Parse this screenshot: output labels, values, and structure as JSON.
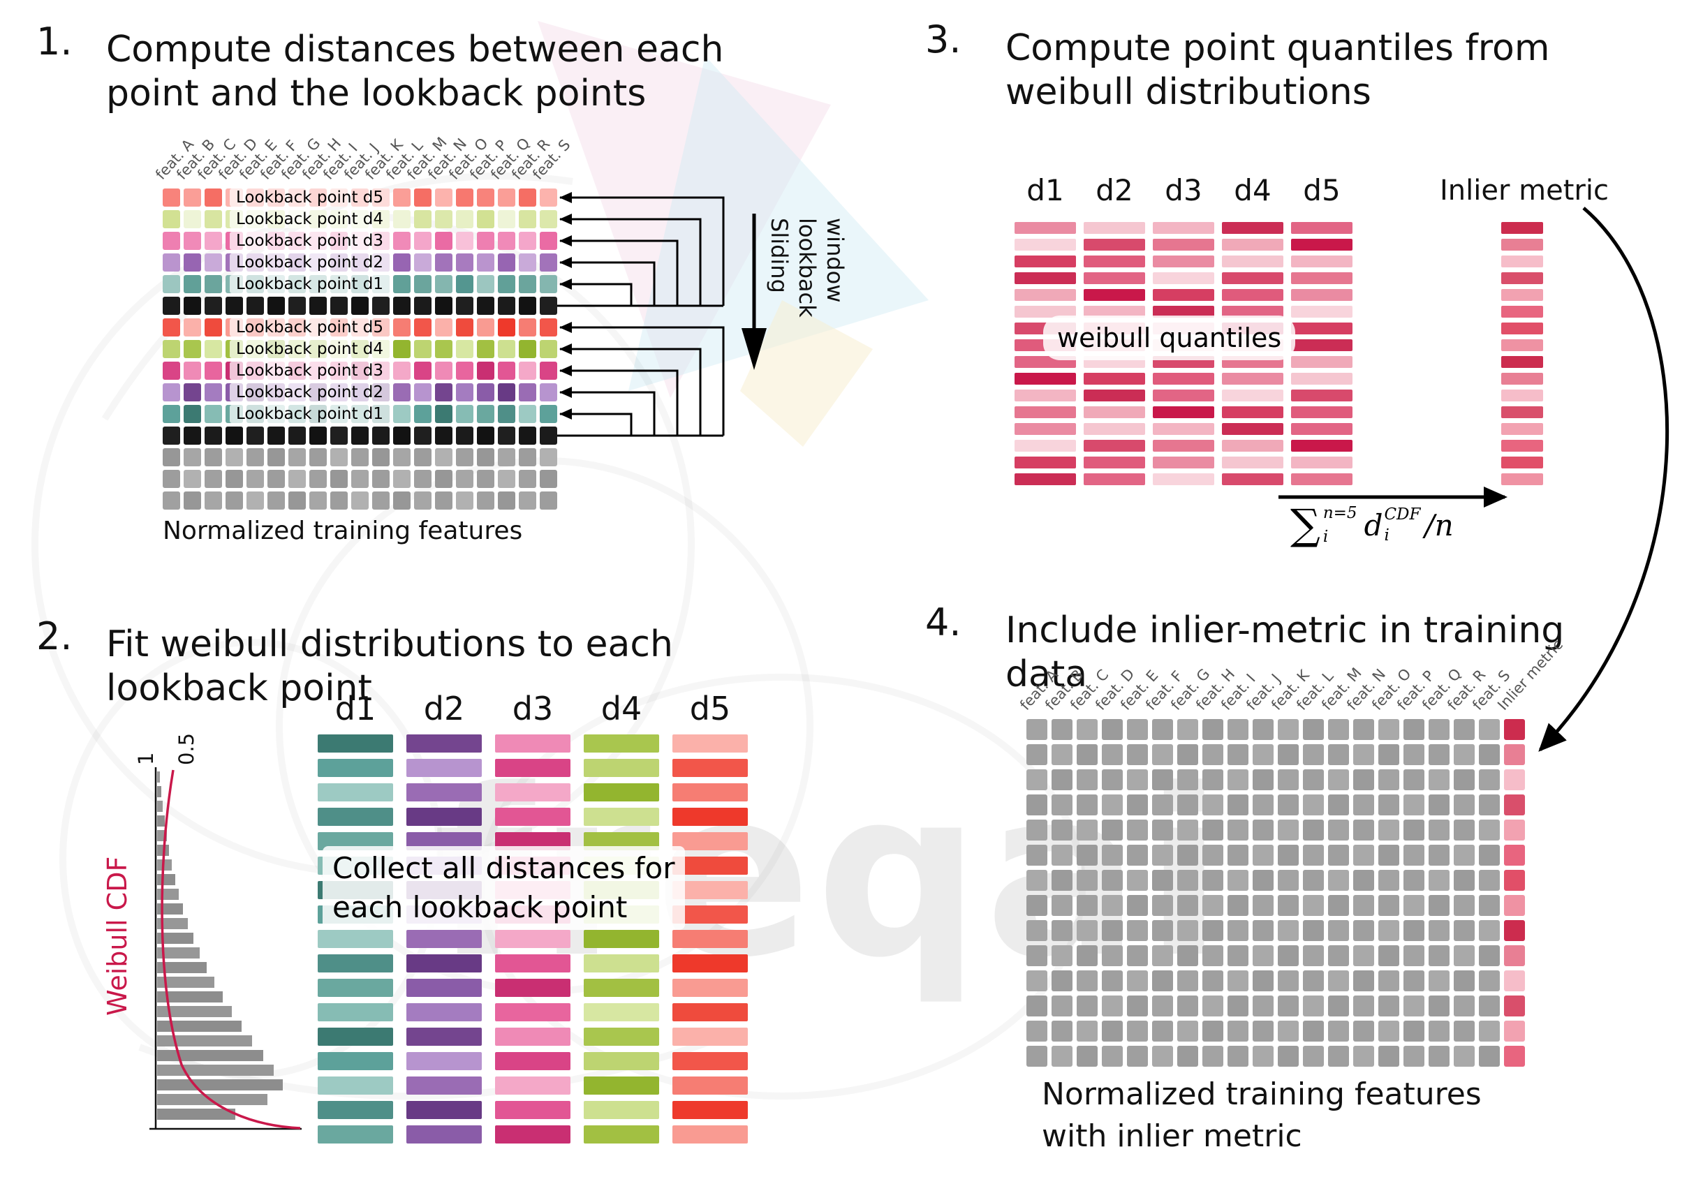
{
  "watermark": {
    "text": "freqai"
  },
  "panel1": {
    "number": "1.",
    "title_lines": [
      "Compute distances between each",
      "point and the lookback points"
    ],
    "features": [
      "feat. A",
      "feat. B",
      "feat. C",
      "feat. D",
      "feat. E",
      "feat. F",
      "feat. G",
      "feat. H",
      "feat. I",
      "feat. J",
      "feat. K",
      "feat. L",
      "feat. M",
      "feat. N",
      "feat. O",
      "feat. P",
      "feat. Q",
      "feat. R",
      "feat. S"
    ],
    "rows": [
      {
        "label": "Lookback point d5",
        "palette": "red1"
      },
      {
        "label": "Lookback point d4",
        "palette": "green1"
      },
      {
        "label": "Lookback point d3",
        "palette": "pink1"
      },
      {
        "label": "Lookback point d2",
        "palette": "purple1"
      },
      {
        "label": "Lookback point d1",
        "palette": "teal1"
      },
      {
        "palette": "black"
      },
      {
        "label": "Lookback point d5",
        "palette": "red2"
      },
      {
        "label": "Lookback point d4",
        "palette": "green2"
      },
      {
        "label": "Lookback point d3",
        "palette": "pink2"
      },
      {
        "label": "Lookback point d2",
        "palette": "purple2"
      },
      {
        "label": "Lookback point d1",
        "palette": "teal2"
      },
      {
        "palette": "black"
      },
      {
        "palette": "gray"
      },
      {
        "palette": "gray"
      },
      {
        "palette": "gray"
      }
    ],
    "caption": "Normalized training features",
    "sliding_lines": [
      "Sliding",
      "lookback",
      "window"
    ]
  },
  "panel2": {
    "number": "2.",
    "title_lines": [
      "Fit weibull distributions to each",
      "lookback point"
    ],
    "weibull": {
      "label": "Weibull CDF",
      "ticks": [
        "1",
        "0.5"
      ],
      "hist": [
        4,
        6,
        8,
        11,
        14,
        17,
        21,
        26,
        31,
        37,
        44,
        52,
        61,
        71,
        82,
        94,
        107,
        121,
        136,
        152,
        167,
        180,
        158,
        112
      ]
    },
    "columns": [
      {
        "header": "d1",
        "palette": "teal2"
      },
      {
        "header": "d2",
        "palette": "purple2"
      },
      {
        "header": "d3",
        "palette": "pink2"
      },
      {
        "header": "d4",
        "palette": "green2"
      },
      {
        "header": "d5",
        "palette": "red2"
      }
    ],
    "bars_per_column": 17,
    "note_lines": [
      "Collect all distances for",
      "each lookback point"
    ]
  },
  "panel3": {
    "number": "3.",
    "title_lines": [
      "Compute point quantiles from",
      "weibull distributions"
    ],
    "columns": [
      {
        "header": "d1"
      },
      {
        "header": "d2"
      },
      {
        "header": "d3"
      },
      {
        "header": "d4"
      },
      {
        "header": "d5"
      }
    ],
    "bars_per_column": 16,
    "note": "weibull quantiles",
    "inlier_label": "Inlier metric",
    "formula": {
      "sigma": "∑",
      "upper": "n=5",
      "lower": "i",
      "variable": "d",
      "var_sup": "CDF",
      "var_sub": "i",
      "tail": "/n"
    }
  },
  "panel4": {
    "number": "4.",
    "title_lines": [
      "Include inlier-metric in training",
      "data"
    ],
    "features": [
      "feat. A",
      "feat. B",
      "feat. C",
      "feat. D",
      "feat. E",
      "feat. F",
      "feat. G",
      "feat. H",
      "feat. I",
      "feat. J",
      "feat. K",
      "feat. L",
      "feat. M",
      "feat. N",
      "feat. O",
      "feat. P",
      "feat. Q",
      "feat. R",
      "feat. S"
    ],
    "inlier_header": "Inlier metric",
    "rows": 14,
    "caption_lines": [
      "Normalized training features",
      "with inlier metric"
    ]
  },
  "palettes": {
    "red1": [
      "#f8837b",
      "#fa9e97",
      "#f56e64",
      "#fcb3ad",
      "#f7786f"
    ],
    "green1": [
      "#dce8ab",
      "#e7f0c5",
      "#d2e193",
      "#eef4d7",
      "#d8e5a1"
    ],
    "pink1": [
      "#f08ab8",
      "#f4a6ca",
      "#ea6ba4",
      "#f8c1d9",
      "#ee7fb1"
    ],
    "purple1": [
      "#a87bbf",
      "#ba94ce",
      "#9765b2",
      "#c9aad9",
      "#a273ba"
    ],
    "teal1": [
      "#6ba59d",
      "#84b6af",
      "#549690",
      "#9cc6c0",
      "#61a098"
    ],
    "red2": [
      "#f2564a",
      "#f67d73",
      "#ee392b",
      "#f99b92",
      "#ef4b3d",
      "#fbb1aa"
    ],
    "green2": [
      "#a9c64e",
      "#bdd471",
      "#93b52f",
      "#cde090",
      "#a2c042",
      "#d7e7a2"
    ],
    "pink2": [
      "#e8659e",
      "#ef8ab6",
      "#d94486",
      "#f4a8c8",
      "#e25694",
      "#c92f72"
    ],
    "purple2": [
      "#8a5ca8",
      "#a47cc0",
      "#74458f",
      "#b794cf",
      "#9a6cb4",
      "#683a85"
    ],
    "teal2": [
      "#4f8f88",
      "#6aa89f",
      "#86bcb4",
      "#3c7a72",
      "#5da19a",
      "#9dcac3"
    ],
    "black": [
      "#161616",
      "#1f1f1f",
      "#121212",
      "#1b1b1b"
    ],
    "gray": [
      "#a6a6a6",
      "#9d9d9d",
      "#b1b1b1",
      "#a0a0a0",
      "#979797"
    ],
    "gray4": [
      "#a3a3a3",
      "#9b9b9b",
      "#a9a9a9",
      "#9f9f9f"
    ],
    "quantile": [
      "#f5c6d0",
      "#ea8ba2",
      "#e05b7c",
      "#d63e62",
      "#c9184a",
      "#f0a9b8",
      "#e67690",
      "#d84a6c",
      "#f8d4dc",
      "#e26585",
      "#cb2d55",
      "#f3b5c3"
    ],
    "inlier": [
      "#e8657f",
      "#f2a2b1",
      "#d94f6b",
      "#f6bdc9",
      "#e87f94",
      "#cc2c4e",
      "#ef92a3",
      "#e14f68"
    ]
  }
}
